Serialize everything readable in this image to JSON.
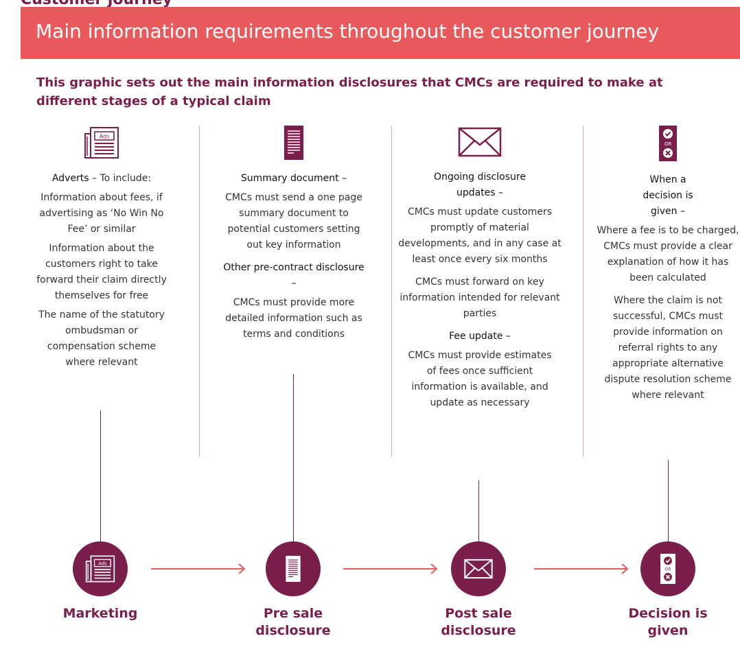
{
  "partial_title": "Customer journey",
  "banner": {
    "title": "Main information requirements throughout the customer journey"
  },
  "intro": "This graphic sets out the main information disclosures that CMCs are required to make at different stages of a typical claim",
  "icons": {
    "ads_label": "Ads",
    "or_label": "OR"
  },
  "columns": [
    {
      "icon": "newspaper-ads-icon",
      "head": "Adverts",
      "head_rest": " – To include:",
      "lines": [
        "Information about fees, if advertising as ‘No Win No Fee’ or similar",
        "Information about the customers right to take forward their claim directly themselves for free",
        "The name of the statutory ombudsman or compensation scheme where relevant"
      ]
    },
    {
      "icon": "document-icon",
      "blocks": [
        {
          "head": "Summary document –",
          "text": "CMCs must send a one page summary document to potential customers setting out key information"
        },
        {
          "head": "Other pre-contract disclosure –",
          "text": "CMCs must provide more detailed information such as terms and conditions"
        }
      ]
    },
    {
      "icon": "envelope-icon",
      "blocks": [
        {
          "head": "Ongoing disclosure updates –",
          "text": "CMCs must update customers promptly of material developments, and in any case at least once every six months"
        },
        {
          "head": "",
          "text": "CMCs must forward on key information intended for relevant parties"
        },
        {
          "head": "Fee update –",
          "text": "CMCs must provide estimates of fees once sufficient information is available, and update as necessary"
        }
      ]
    },
    {
      "icon": "decision-icon",
      "blocks": [
        {
          "head": "When a decision is given –",
          "text": "Where a fee is to be charged, CMCs must provide a clear explanation of how it has been calculated"
        },
        {
          "head": "",
          "text": "Where the claim is not successful, CMCs must provide information on referral rights to any appropriate alternative dispute resolution scheme where relevant"
        }
      ]
    }
  ],
  "stages": [
    "Marketing",
    "Pre sale disclosure",
    "Post sale disclosure",
    "Decision is given"
  ],
  "colors": {
    "banner": "#e85a5c",
    "accent": "#7a1f4b",
    "arrow": "#e85a5c",
    "divider": "#e8a4a4"
  }
}
